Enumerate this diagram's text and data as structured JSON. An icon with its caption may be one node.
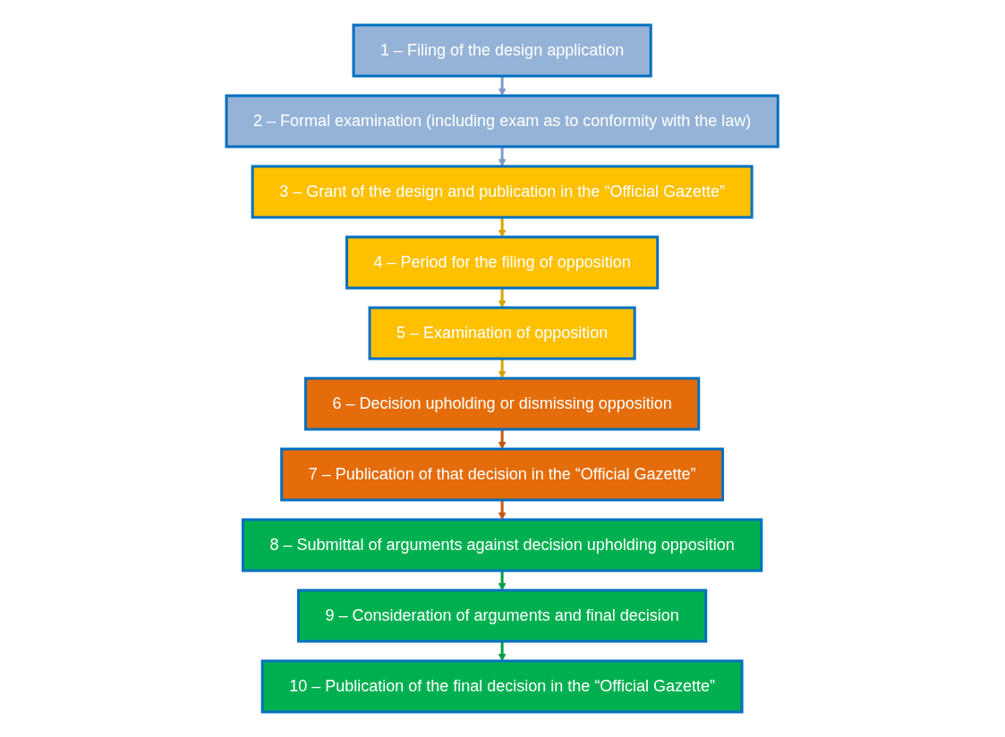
{
  "diagram": {
    "nodes": [
      {
        "text": [
          "1 – Filing of the design application"
        ]
      },
      {
        "text": [
          "2 – Formal examination (including exam as to conformity with the law)"
        ]
      },
      {
        "text": [
          "3 – Grant of the design and publication in the “Official Gazette”"
        ]
      },
      {
        "text": [
          "4 – Period for the filing of opposition"
        ]
      },
      {
        "text": [
          "5 – Examination of opposition"
        ]
      },
      {
        "text": [
          "6 – Decision upholding or dismissing opposition"
        ]
      },
      {
        "text": [
          "7 – Publication of that decision in the “Official Gazette”"
        ]
      },
      {
        "text": [
          "8 – Submittal of arguments against decision upholding opposition"
        ]
      },
      {
        "text": [
          "9 – Consideration of arguments and final decision"
        ]
      },
      {
        "text": [
          "10 – Publication of the final decision in the “Official Gazette”"
        ]
      }
    ],
    "edges": [
      {
        "from": 0,
        "to": 1,
        "arrow": "to",
        "color": "#7f9cc4"
      },
      {
        "from": 1,
        "to": 2,
        "arrow": "to",
        "color": "#7f9cc4"
      },
      {
        "from": 2,
        "to": 3,
        "arrow": "to",
        "color": "#d9a400"
      },
      {
        "from": 3,
        "to": 4,
        "arrow": "to",
        "color": "#d9a400"
      },
      {
        "from": 4,
        "to": 5,
        "arrow": "to",
        "color": "#d9a400"
      },
      {
        "from": 5,
        "to": 6,
        "arrow": "to",
        "color": "#c55a11"
      },
      {
        "from": 6,
        "to": 7,
        "arrow": "to",
        "color": "#c55a11"
      },
      {
        "from": 7,
        "to": 8,
        "arrow": "to",
        "color": "#00a040"
      },
      {
        "from": 8,
        "to": 9,
        "arrow": "to",
        "color": "#00a040"
      }
    ]
  }
}
